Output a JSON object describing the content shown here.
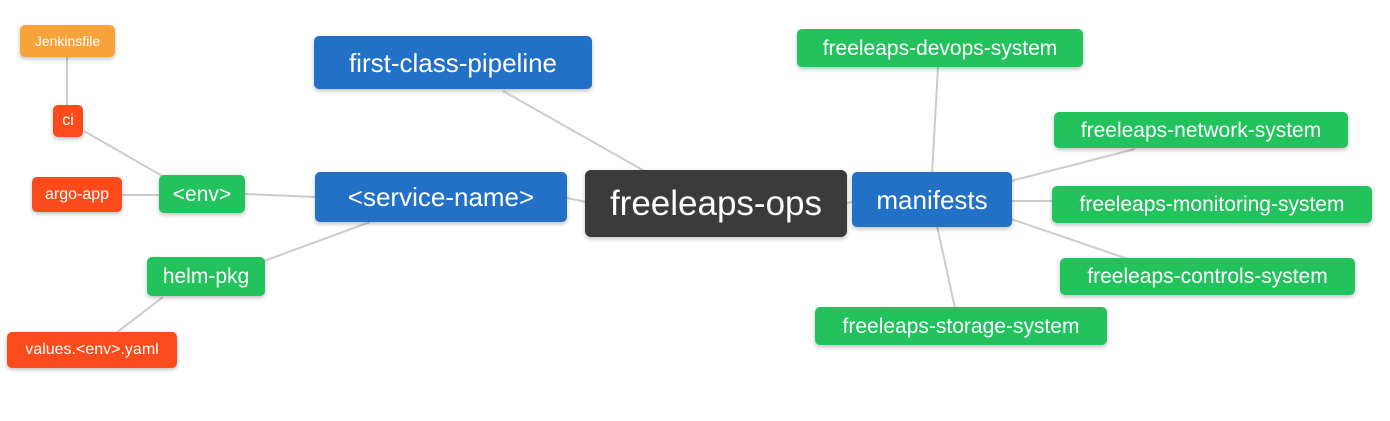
{
  "diagram": {
    "type": "mindmap",
    "title": "freeleaps-ops repository structure",
    "colors": {
      "root_bg": "#3b3b3b",
      "level1_bg": "#2271c7",
      "level2_bg": "#22c35d",
      "level3_bg": "#fb4a1c",
      "level4_bg": "#f8a33a",
      "text": "#ffffff",
      "link": "#cccccc",
      "background": "#ffffff"
    },
    "nodes": {
      "freeleaps_ops": {
        "label": "freeleaps-ops",
        "level": 0
      },
      "first_class_pipeline": {
        "label": "first-class-pipeline",
        "level": 1
      },
      "service_name": {
        "label": "<service-name>",
        "level": 1
      },
      "manifests": {
        "label": "manifests",
        "level": 1
      },
      "env": {
        "label": "<env>",
        "level": 2
      },
      "helm_pkg": {
        "label": "helm-pkg",
        "level": 2
      },
      "devops_system": {
        "label": "freeleaps-devops-system",
        "level": 2
      },
      "network_system": {
        "label": "freeleaps-network-system",
        "level": 2
      },
      "monitoring_system": {
        "label": "freeleaps-monitoring-system",
        "level": 2
      },
      "controls_system": {
        "label": "freeleaps-controls-system",
        "level": 2
      },
      "storage_system": {
        "label": "freeleaps-storage-system",
        "level": 2
      },
      "ci": {
        "label": "ci",
        "level": 3
      },
      "argo_app": {
        "label": "argo-app",
        "level": 3
      },
      "values_yaml": {
        "label": "values.<env>.yaml",
        "level": 3
      },
      "jenkinsfile": {
        "label": "Jenkinsfile",
        "level": 4
      }
    },
    "edges": [
      {
        "from": "freeleaps-ops",
        "to": "first-class-pipeline"
      },
      {
        "from": "freeleaps-ops",
        "to": "<service-name>"
      },
      {
        "from": "freeleaps-ops",
        "to": "manifests"
      },
      {
        "from": "<service-name>",
        "to": "<env>"
      },
      {
        "from": "<service-name>",
        "to": "helm-pkg"
      },
      {
        "from": "<env>",
        "to": "ci"
      },
      {
        "from": "<env>",
        "to": "argo-app"
      },
      {
        "from": "ci",
        "to": "Jenkinsfile"
      },
      {
        "from": "helm-pkg",
        "to": "values.<env>.yaml"
      },
      {
        "from": "manifests",
        "to": "freeleaps-devops-system"
      },
      {
        "from": "manifests",
        "to": "freeleaps-network-system"
      },
      {
        "from": "manifests",
        "to": "freeleaps-monitoring-system"
      },
      {
        "from": "manifests",
        "to": "freeleaps-controls-system"
      },
      {
        "from": "manifests",
        "to": "freeleaps-storage-system"
      }
    ]
  }
}
